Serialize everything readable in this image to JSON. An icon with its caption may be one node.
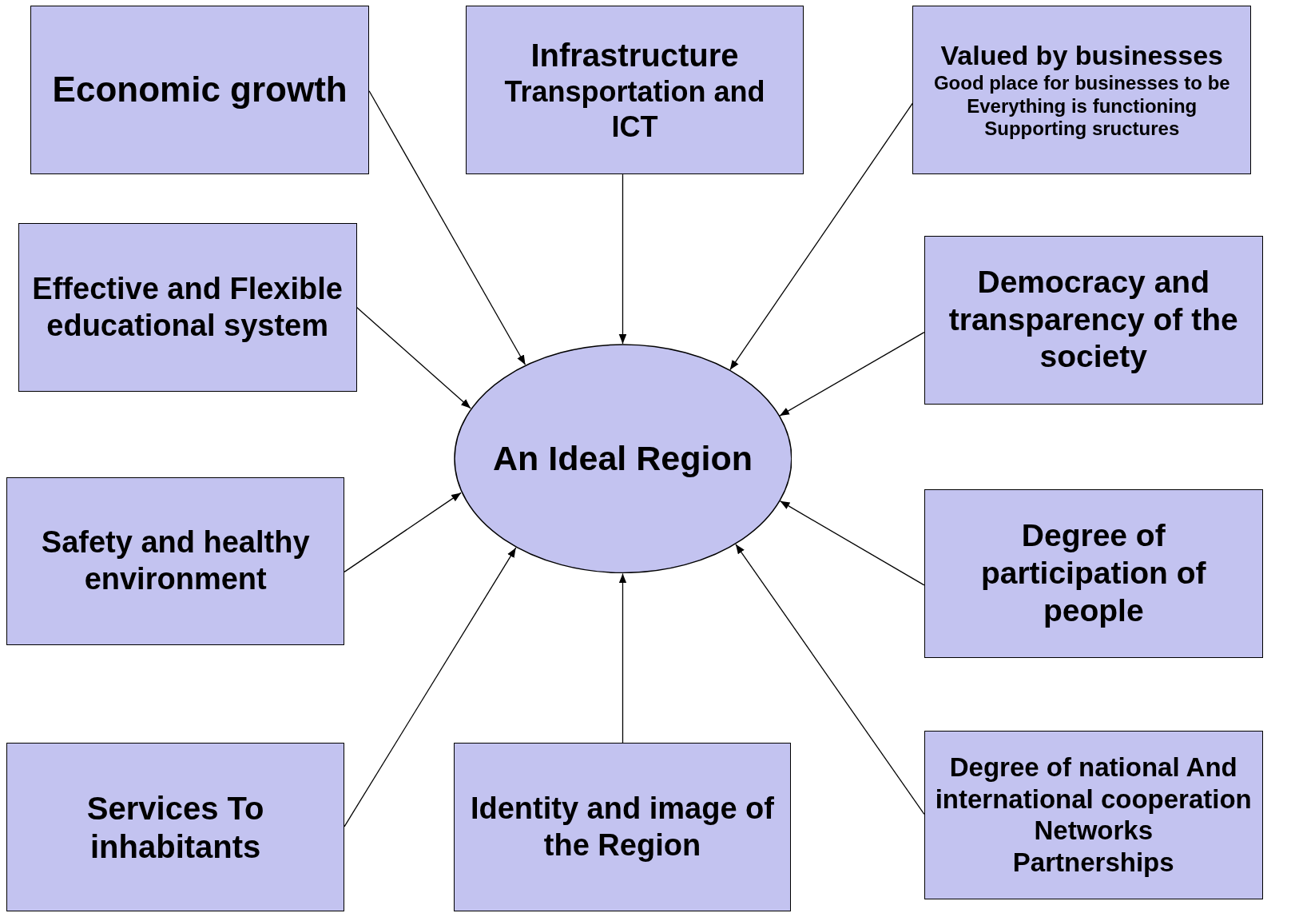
{
  "diagram": {
    "nodes": [
      {
        "text": [
          "Economic growth"
        ]
      },
      {
        "text": [
          "Infrastructure",
          "Transportation and ICT"
        ]
      },
      {
        "text": [
          "Valued by businesses",
          "Good place for businesses to be",
          "Everything is functioning",
          "Supporting sructures"
        ]
      },
      {
        "text": [
          "Effective and Flexible educational system"
        ]
      },
      {
        "text": [
          "Democracy and transparency of the society"
        ]
      },
      {
        "text": [
          "An Ideal Region"
        ]
      },
      {
        "text": [
          "Safety and healthy environment"
        ]
      },
      {
        "text": [
          "Degree of participation of people"
        ]
      },
      {
        "text": [
          "Services To inhabitants"
        ]
      },
      {
        "text": [
          "Identity and image of the Region"
        ]
      },
      {
        "text": [
          "Degree of national And international cooperation",
          "Networks",
          "Partnerships"
        ]
      }
    ],
    "edges": [
      {
        "from": 0,
        "to": 5,
        "arrow": "to"
      },
      {
        "from": 1,
        "to": 5,
        "arrow": "to"
      },
      {
        "from": 2,
        "to": 5,
        "arrow": "to"
      },
      {
        "from": 3,
        "to": 5,
        "arrow": "to"
      },
      {
        "from": 4,
        "to": 5,
        "arrow": "to"
      },
      {
        "from": 6,
        "to": 5,
        "arrow": "to"
      },
      {
        "from": 7,
        "to": 5,
        "arrow": "to"
      },
      {
        "from": 8,
        "to": 5,
        "arrow": "to"
      },
      {
        "from": 9,
        "to": 5,
        "arrow": "to"
      },
      {
        "from": 10,
        "to": 5,
        "arrow": "to"
      }
    ]
  }
}
